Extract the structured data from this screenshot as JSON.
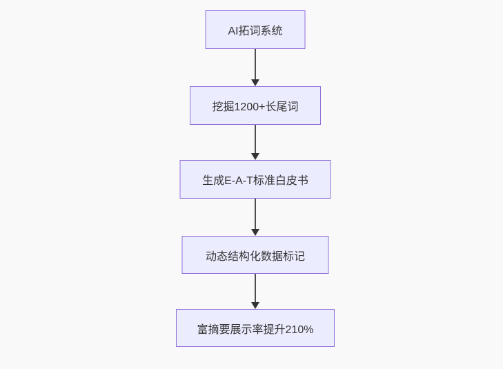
{
  "flowchart": {
    "type": "flowchart-vertical",
    "nodes": [
      {
        "id": "A",
        "label": "AI拓词系统"
      },
      {
        "id": "B",
        "label": "挖掘1200+长尾词"
      },
      {
        "id": "C",
        "label": "生成E-A-T标准白皮书"
      },
      {
        "id": "D",
        "label": "动态结构化数据标记"
      },
      {
        "id": "E",
        "label": "富摘要展示率提升210%"
      }
    ],
    "edges": [
      {
        "from": "A",
        "to": "B"
      },
      {
        "from": "B",
        "to": "C"
      },
      {
        "from": "C",
        "to": "D"
      },
      {
        "from": "D",
        "to": "E"
      }
    ],
    "colors": {
      "node_fill": "#ECECFF",
      "node_border": "#9370DB",
      "edge_line": "#4d4d4d",
      "edge_arrowhead": "#333333",
      "text": "#333333",
      "background": "#f9f9f9"
    }
  }
}
